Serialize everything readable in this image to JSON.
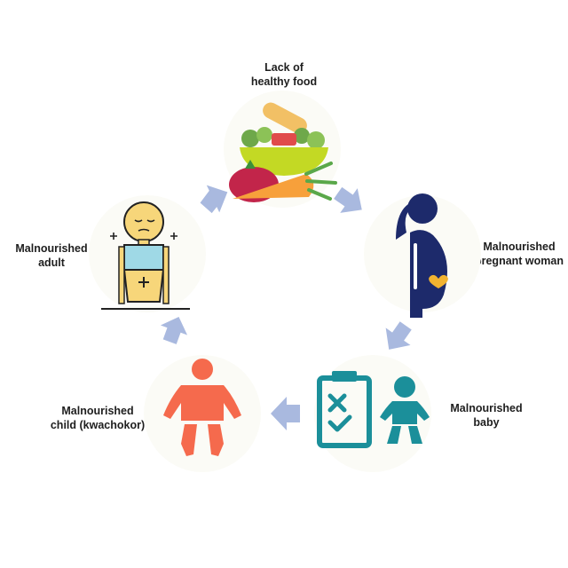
{
  "diagram": {
    "title": "",
    "nodes": [
      {
        "id": "food",
        "label": "Lack of\nhealthy food",
        "icon": "vegetable-bowl-icon"
      },
      {
        "id": "pregnant",
        "label": "Malnourished\npregnant woman",
        "icon": "pregnant-woman-icon"
      },
      {
        "id": "baby",
        "label": "Malnourished\nbaby",
        "icon": "baby-checklist-icon"
      },
      {
        "id": "child",
        "label": "Malnourished\nchild (kwachokor)",
        "icon": "child-icon"
      },
      {
        "id": "adult",
        "label": "Malnourished\nadult",
        "icon": "sick-adult-icon"
      }
    ],
    "cycle": [
      "food",
      "pregnant",
      "baby",
      "child",
      "adult",
      "food"
    ],
    "colors": {
      "arrow": "#a9b9df",
      "pregnant": "#1d2a6b",
      "heart": "#f2b330",
      "baby": "#1b8f9a",
      "child": "#f56a4d",
      "adult_skin": "#f7d67a",
      "adult_shirt": "#9fd9e6",
      "bowl": "#c3d924",
      "carrot": "#f7a03b",
      "radish": "#c2254a"
    }
  }
}
